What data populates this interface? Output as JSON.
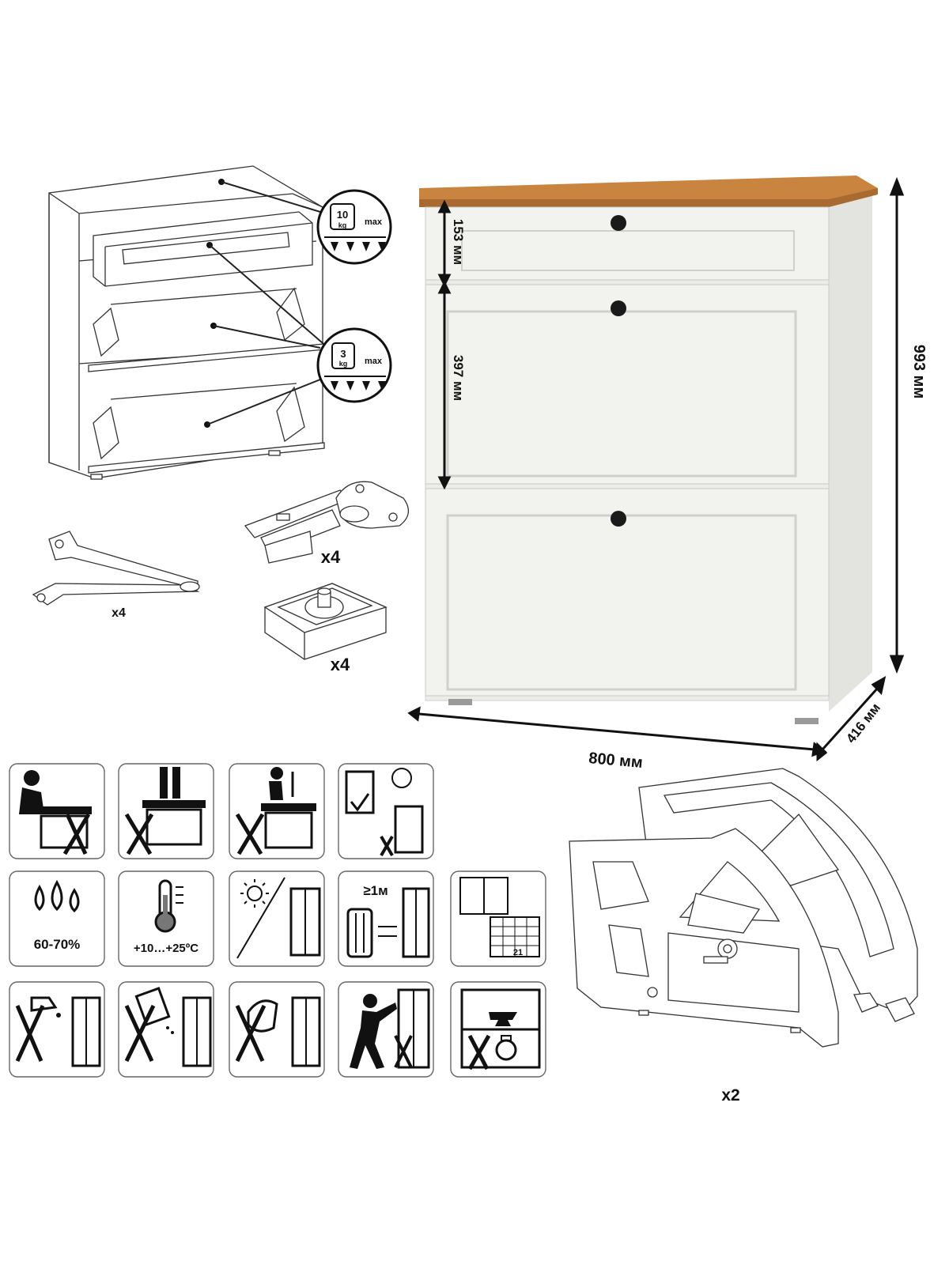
{
  "dimensions": {
    "drawer_height": "153 мм",
    "door_height": "397 мм",
    "total_height": "993 мм",
    "width": "800 мм",
    "depth": "416 мм"
  },
  "load_limits": {
    "top": {
      "weight": "10",
      "unit": "kg",
      "max": "max"
    },
    "shelf": {
      "weight": "3",
      "unit": "kg",
      "max": "max"
    }
  },
  "hardware": {
    "stay_qty": "x4",
    "hinge_qty": "x4",
    "foot_qty": "x4",
    "mechanism_qty": "x2"
  },
  "care_icons": {
    "humidity": "60-70%",
    "temperature": "+10…+25ºC",
    "distance": "≥1м",
    "calendar_day": "21"
  },
  "colors": {
    "cabinet_body": "#ecede8",
    "cabinet_panel": "#f2f3ef",
    "oak_top": "#c9853f",
    "knob": "#1a1a1a",
    "line": "#222222",
    "tile_border": "#666666"
  }
}
